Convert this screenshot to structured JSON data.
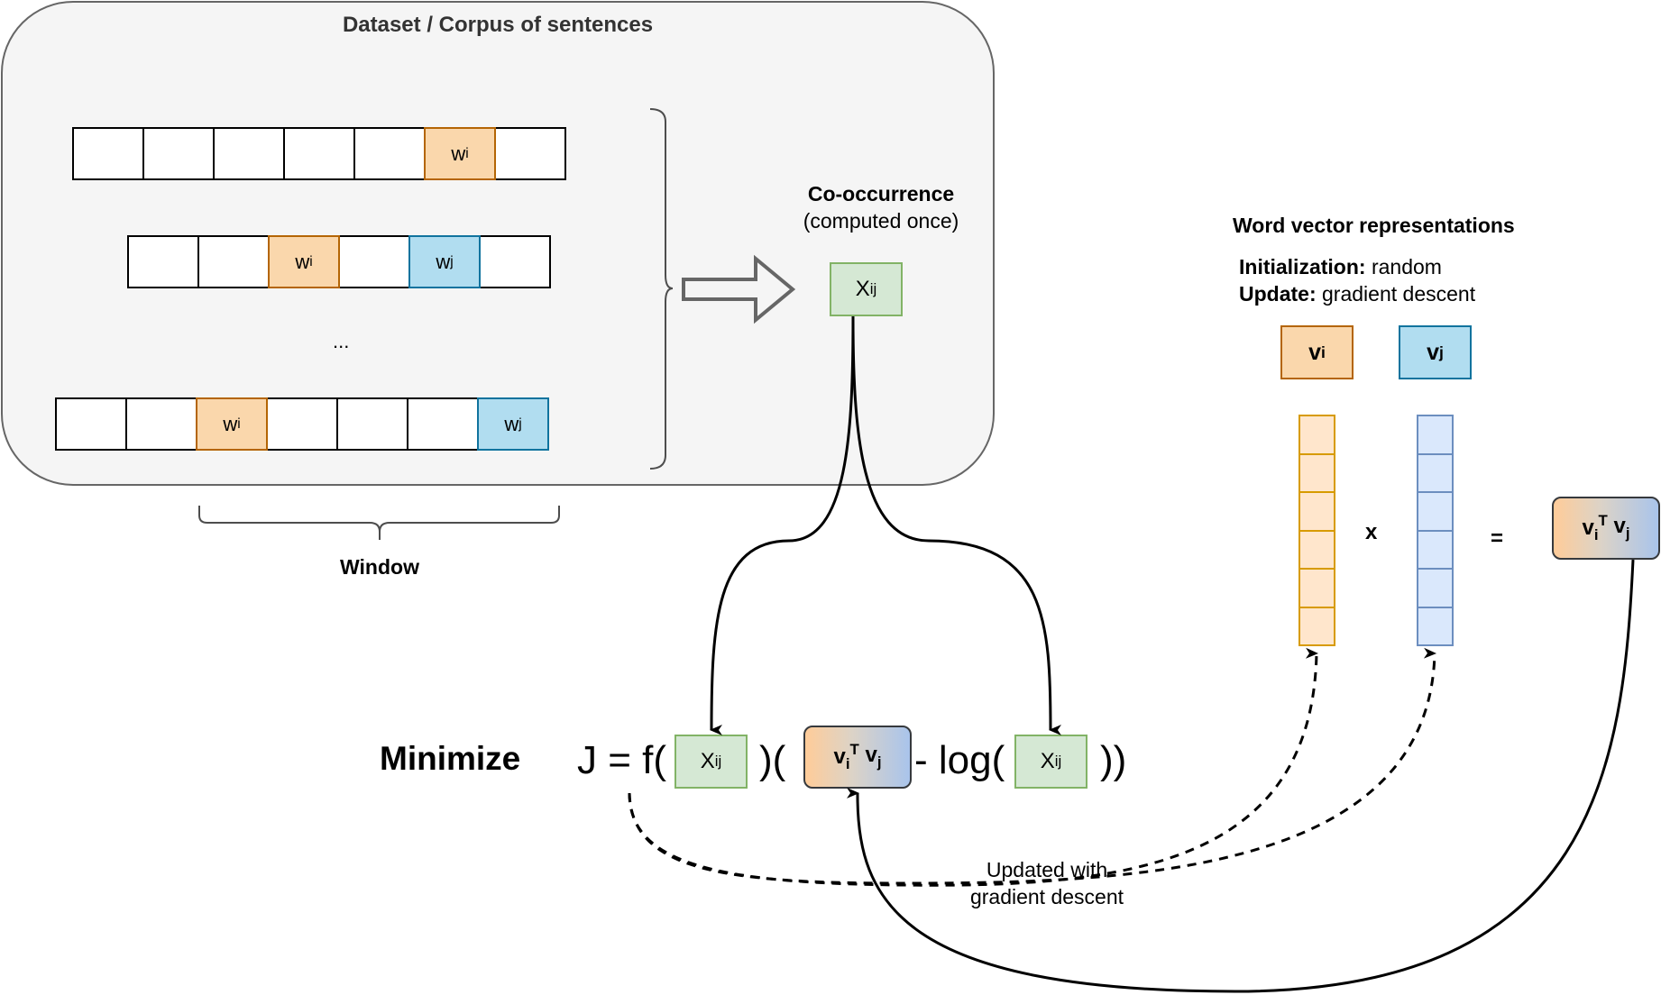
{
  "corpus": {
    "title": "Dataset / Corpus of sentences",
    "rows": [
      {
        "cells": [
          "",
          "",
          "",
          "",
          "",
          "w_i",
          ""
        ]
      },
      {
        "cells": [
          "",
          "",
          "w_i",
          "",
          "w_j",
          ""
        ]
      },
      {
        "cells": [
          "",
          "",
          "w_i",
          "",
          "",
          "",
          "w_j"
        ]
      }
    ],
    "ellipsis": "...",
    "window_label": "Window"
  },
  "cooccurrence": {
    "title": "Co-occurrence",
    "subtitle": "(computed once)",
    "symbol": "X",
    "subscript": "ij"
  },
  "objective": {
    "label": "Minimize",
    "parts": {
      "lhs": "J = f(",
      "mid": ")(",
      "minus_log": "- log(",
      "close": "))"
    },
    "x_symbol": "X",
    "x_subscript": "ij",
    "dot_v": "v",
    "dot_i": "i",
    "dot_T": "T",
    "dot_vj": "v",
    "dot_j": "j"
  },
  "word_vectors": {
    "title": "Word vector representations",
    "init_label": "Initialization:",
    "init_value": " random",
    "update_label": "Update:",
    "update_value": " gradient descent",
    "vi": {
      "symbol": "v",
      "sub": "i"
    },
    "vj": {
      "symbol": "v",
      "sub": "j"
    },
    "vector_length": 6,
    "times": "x",
    "equals": "="
  },
  "update_annotation": {
    "line1": "Updated with",
    "line2": "gradient descent"
  },
  "colors": {
    "wi_fill": "#fad7ac",
    "wi_stroke": "#b46504",
    "wj_fill": "#b1ddf0",
    "wj_stroke": "#10739e",
    "x_fill": "#d5e8d4",
    "x_stroke": "#82b366",
    "vec_i_fill": "#ffe6cc",
    "vec_i_stroke": "#d79b00",
    "vec_j_fill": "#dae8fc",
    "vec_j_stroke": "#6c8ebf"
  }
}
